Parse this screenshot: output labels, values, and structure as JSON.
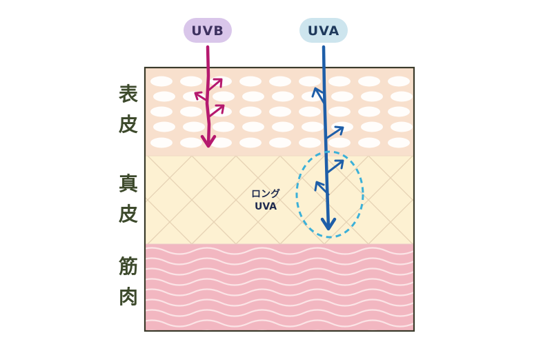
{
  "rays": {
    "uvb": {
      "label": "UVB",
      "color": "#b5196e",
      "badge": "#d9c6ea"
    },
    "uva": {
      "label": "UVA",
      "color": "#1e5ea8",
      "badge": "#cde5ee"
    }
  },
  "layers": {
    "epidermis": {
      "char1": "表",
      "char2": "皮",
      "color": "#f8e0cd"
    },
    "dermis": {
      "char1": "真",
      "char2": "皮",
      "color": "#fdf1d2"
    },
    "muscle": {
      "char1": "筋",
      "char2": "肉",
      "color": "#f2b7c1"
    }
  },
  "long_uva": {
    "line1": "ロング",
    "line2": "UVA",
    "circle_color": "#3bb0d8"
  }
}
